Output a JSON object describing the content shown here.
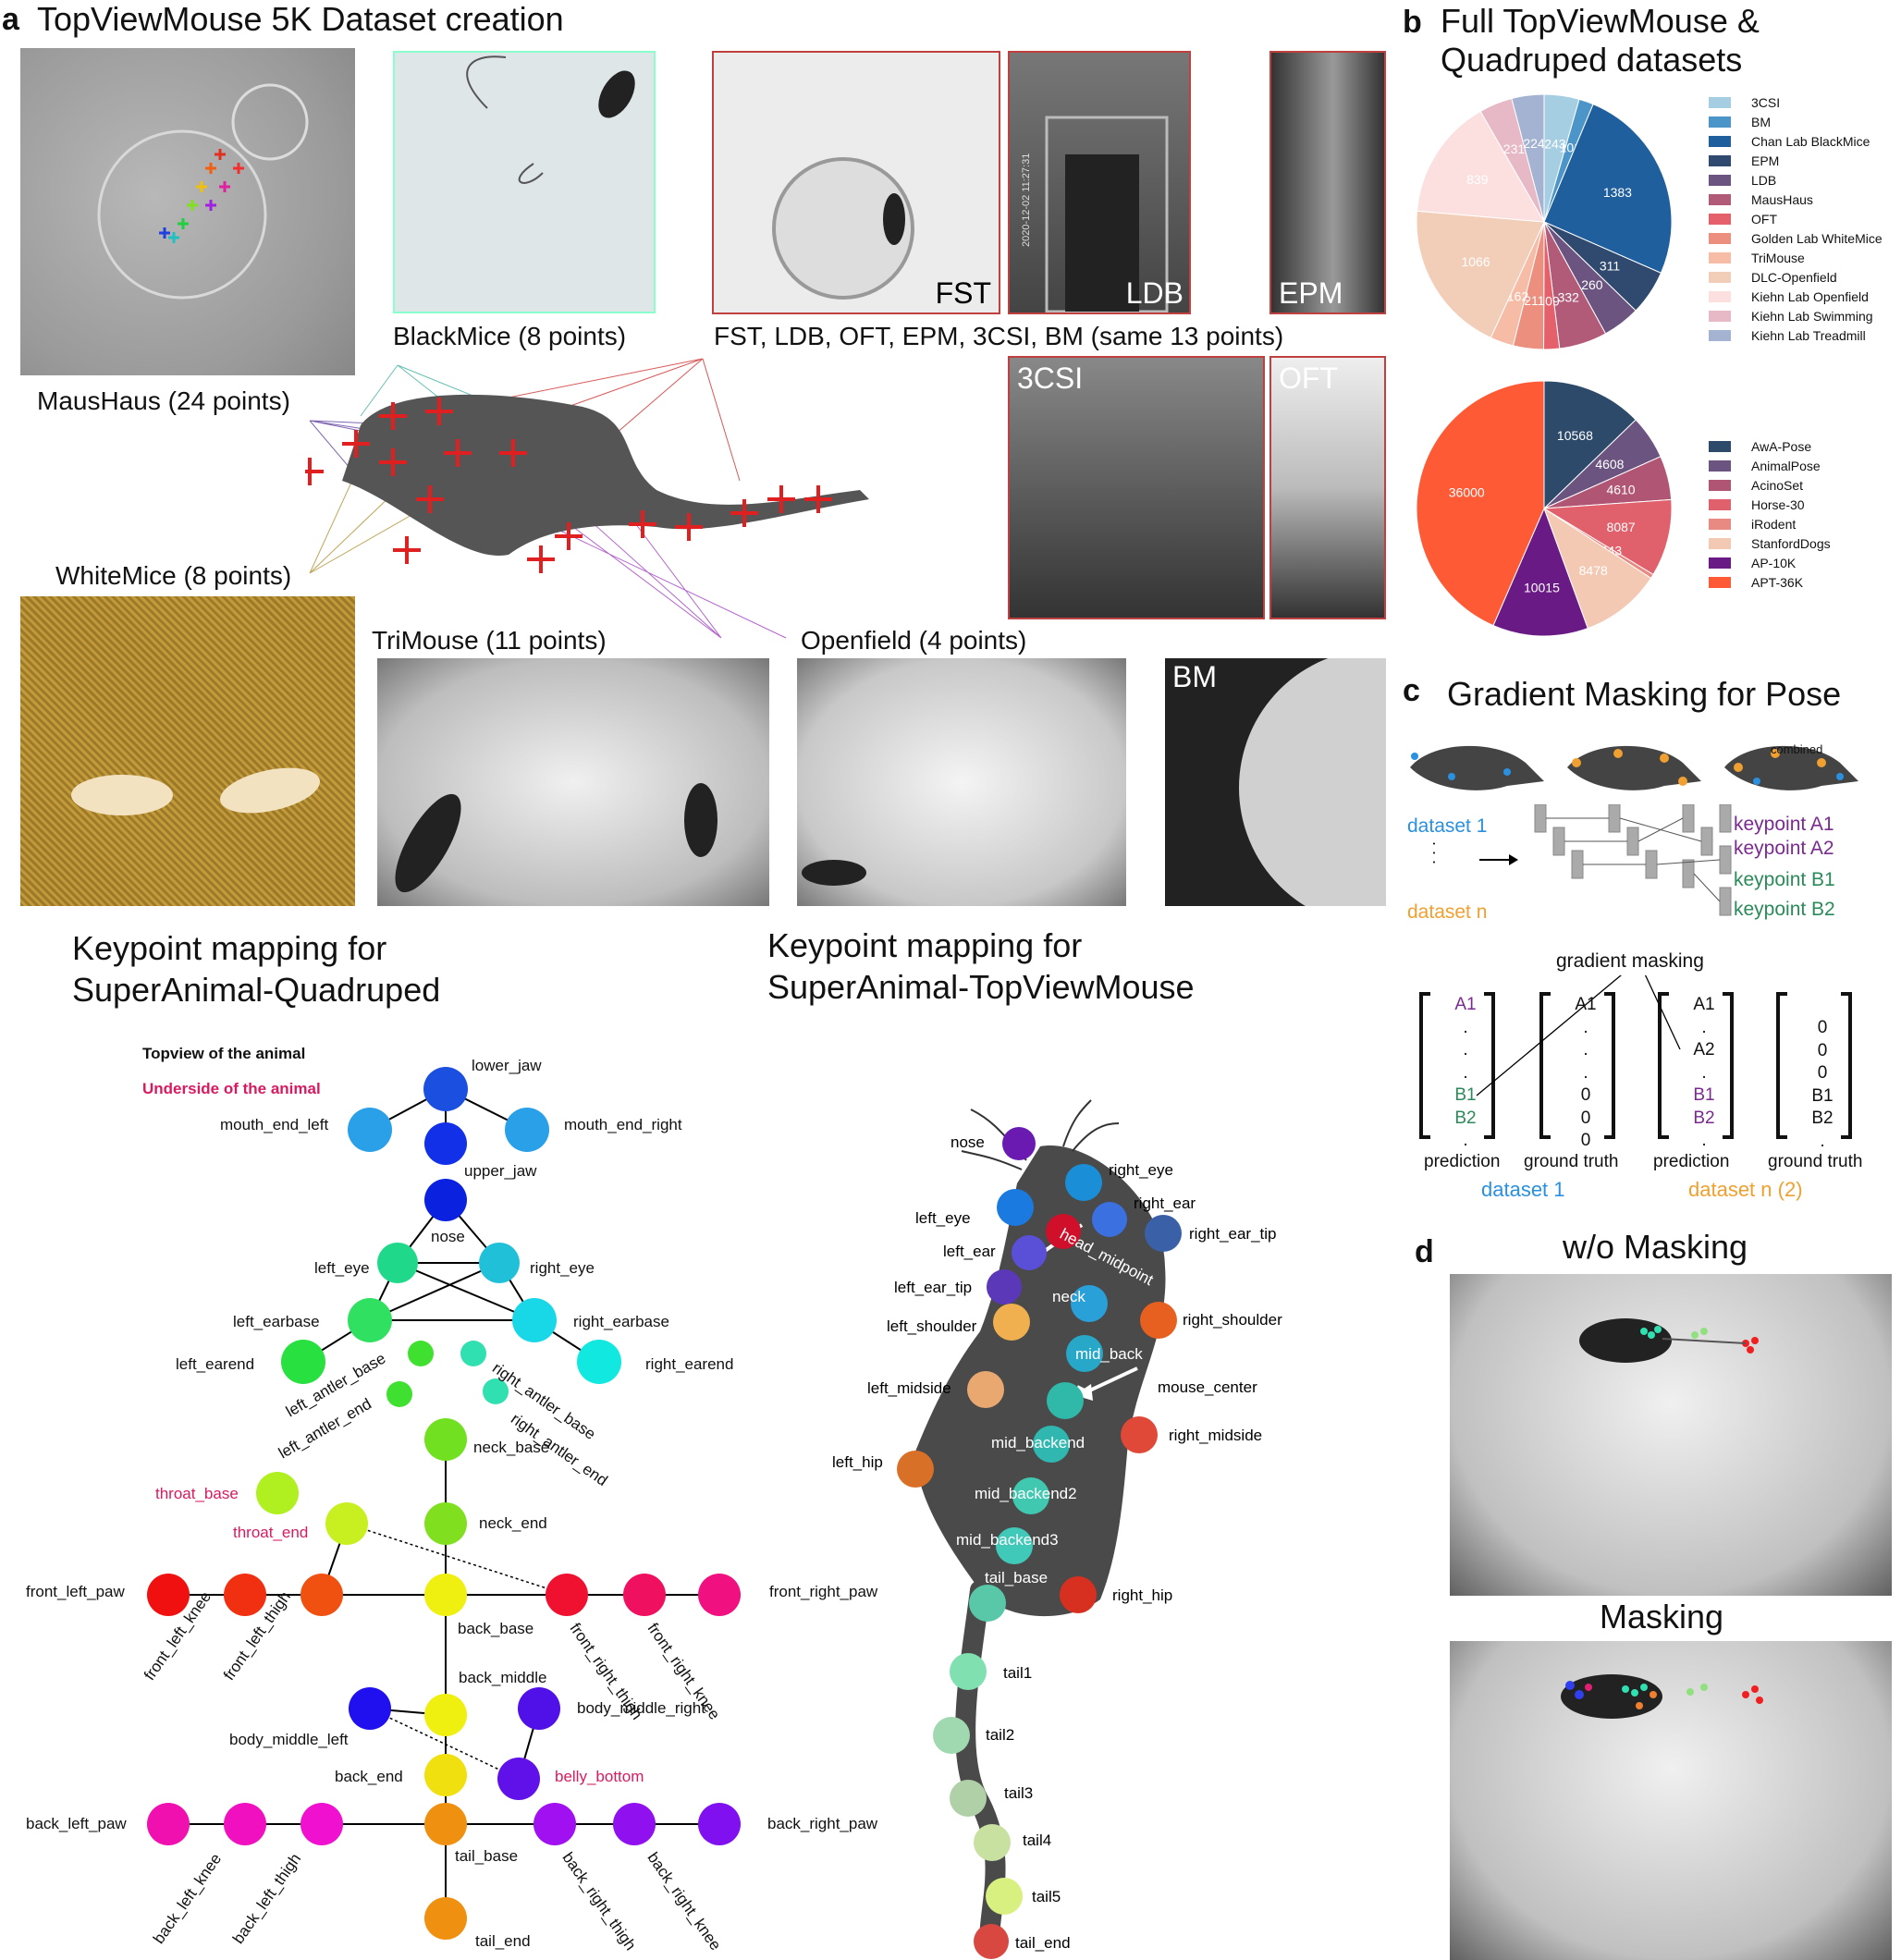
{
  "panel_a": {
    "label": "a",
    "title": "TopViewMouse 5K Dataset creation",
    "captions": {
      "maushaus": "MausHaus (24 points)",
      "blackmice": "BlackMice (8 points)",
      "whitemice": "WhiteMice (8 points)",
      "trimouse": "TriMouse (11 points)",
      "openfield": "Openfield (4 points)",
      "same13": "FST, LDB, OFT, EPM, 3CSI, BM (same 13 points)"
    },
    "photo_labels": {
      "fst": "FST",
      "ldb": "LDB",
      "epm": "EPM",
      "csi": "3CSI",
      "oft": "OFT",
      "bm": "BM"
    },
    "timestamp": "2020-12-02 11:27:31"
  },
  "panel_b": {
    "label": "b",
    "title_line1": "Full TopViewMouse &",
    "title_line2": "Quadruped datasets"
  },
  "chart_data": [
    {
      "type": "pie",
      "title": "",
      "series": [
        {
          "labels": [
            "3CSI",
            "BM",
            "Chan Lab BlackMice",
            "EPM",
            "LDB",
            "MausHaus",
            "OFT",
            "Golden Lab WhiteMice",
            "TriMouse",
            "DLC-Openfield",
            "Kiehn Lab Openfield",
            "Kiehn Lab Swimming",
            "Kiehn Lab Treadmill"
          ],
          "values": [
            243,
            101,
            1383,
            311,
            260,
            332,
            109,
            211,
            162,
            1066,
            839,
            231,
            224
          ],
          "colors": [
            "#a6cee3",
            "#4c95c9",
            "#1f5f9e",
            "#2f4a6e",
            "#6c5480",
            "#b25b79",
            "#e4606b",
            "#ec8f7f",
            "#f6bca5",
            "#f2cdb8",
            "#fbe0df",
            "#e7b8c6",
            "#a3b3d1"
          ]
        }
      ],
      "legend_position": "right"
    },
    {
      "type": "pie",
      "title": "",
      "series": [
        {
          "labels": [
            "AwA-Pose",
            "AnimalPose",
            "AcinoSet",
            "Horse-30",
            "iRodent",
            "StanfordDogs",
            "AP-10K",
            "APT-36K"
          ],
          "values": [
            10568,
            4608,
            4610,
            8087,
            443,
            8478,
            10015,
            36000
          ],
          "colors": [
            "#2e4a6b",
            "#6c5480",
            "#b05573",
            "#e0606b",
            "#e88a82",
            "#f3c9b3",
            "#6a1a85",
            "#ff5a36"
          ]
        }
      ],
      "legend_position": "right"
    }
  ],
  "panel_c": {
    "label": "c",
    "title": "Gradient Masking for Pose",
    "combined": "combined",
    "dataset1": "dataset 1",
    "datasetn": "dataset n",
    "dots": ". . .",
    "keypoints": [
      "keypoint A1",
      "keypoint A2",
      "keypoint B1",
      "keypoint B2"
    ],
    "gradient_masking": "gradient masking",
    "vec1": [
      "A1",
      ".",
      ".",
      ".",
      "B1",
      "B2",
      "."
    ],
    "vec2": [
      "A1",
      ".",
      ".",
      ".",
      "0",
      "0",
      "0"
    ],
    "vec3": [
      "A1",
      ".",
      "A2",
      ".",
      "B1",
      "B2",
      "."
    ],
    "vec4": [
      "0",
      "0",
      "0",
      "B1",
      "B2",
      "."
    ],
    "prediction": "prediction",
    "ground_truth": "ground truth",
    "dataset1_bottom": "dataset 1",
    "datasetn2": "dataset n (2)"
  },
  "panel_d": {
    "label": "d",
    "title1": "w/o Masking",
    "title2": "Masking"
  },
  "quadruped": {
    "title_line1": "Keypoint mapping for",
    "title_line2": "SuperAnimal-Quadruped",
    "legend_topview": "Topview of the animal",
    "legend_underside": "Underside of the animal",
    "points": [
      {
        "name": "lower_jaw",
        "color": "#1a4fe0"
      },
      {
        "name": "mouth_end_left",
        "color": "#2aa0e8"
      },
      {
        "name": "mouth_end_right",
        "color": "#2aa0e8"
      },
      {
        "name": "upper_jaw",
        "color": "#1230e8"
      },
      {
        "name": "nose",
        "color": "#0a22e0"
      },
      {
        "name": "left_eye",
        "color": "#20d88a"
      },
      {
        "name": "right_eye",
        "color": "#20c0d8"
      },
      {
        "name": "left_earbase",
        "color": "#30e060"
      },
      {
        "name": "right_earbase",
        "color": "#18d8e8"
      },
      {
        "name": "left_earend",
        "color": "#28e040"
      },
      {
        "name": "right_earend",
        "color": "#10e8e0"
      },
      {
        "name": "left_antler_base",
        "color": "#40e030"
      },
      {
        "name": "left_antler_end",
        "color": "#40e030"
      },
      {
        "name": "right_antler_base",
        "color": "#30e0b0"
      },
      {
        "name": "right_antler_end",
        "color": "#30e0b0"
      },
      {
        "name": "neck_base",
        "color": "#70e020"
      },
      {
        "name": "neck_end",
        "color": "#80e020"
      },
      {
        "name": "throat_base",
        "color": "#b0f020"
      },
      {
        "name": "throat_end",
        "color": "#c8f020"
      },
      {
        "name": "front_left_paw",
        "color": "#f01010"
      },
      {
        "name": "front_left_knee",
        "color": "#f03010"
      },
      {
        "name": "front_left_thigh",
        "color": "#f05010"
      },
      {
        "name": "back_base",
        "color": "#f0f010"
      },
      {
        "name": "front_right_thigh",
        "color": "#f01030"
      },
      {
        "name": "front_right_knee",
        "color": "#f01060"
      },
      {
        "name": "front_right_paw",
        "color": "#f01080"
      },
      {
        "name": "back_middle",
        "color": "#f0f010"
      },
      {
        "name": "body_middle_left",
        "color": "#2010f0"
      },
      {
        "name": "body_middle_right",
        "color": "#5010e8"
      },
      {
        "name": "back_end",
        "color": "#f0e010"
      },
      {
        "name": "belly_bottom",
        "color": "#6010e8"
      },
      {
        "name": "back_left_paw",
        "color": "#f010b0"
      },
      {
        "name": "back_left_knee",
        "color": "#f010c0"
      },
      {
        "name": "back_left_thigh",
        "color": "#f010d0"
      },
      {
        "name": "tail_base",
        "color": "#f09010"
      },
      {
        "name": "back_right_thigh",
        "color": "#a010f0"
      },
      {
        "name": "back_right_knee",
        "color": "#9010f0"
      },
      {
        "name": "back_right_paw",
        "color": "#8010f0"
      },
      {
        "name": "tail_end",
        "color": "#f09010"
      }
    ]
  },
  "topview": {
    "title_line1": "Keypoint mapping for",
    "title_line2": "SuperAnimal-TopViewMouse",
    "points": [
      {
        "name": "nose",
        "color": "#6a1ab0"
      },
      {
        "name": "right_eye",
        "color": "#1a8fd8"
      },
      {
        "name": "right_ear",
        "color": "#3a70e0"
      },
      {
        "name": "right_ear_tip",
        "color": "#3a60a8"
      },
      {
        "name": "left_eye",
        "color": "#1a7ae0"
      },
      {
        "name": "head_midpoint",
        "color": "#d0102a"
      },
      {
        "name": "left_ear",
        "color": "#5a50d8"
      },
      {
        "name": "left_ear_tip",
        "color": "#5a38b8"
      },
      {
        "name": "neck",
        "color": "#2aa0d8"
      },
      {
        "name": "left_shoulder",
        "color": "#f0b050"
      },
      {
        "name": "right_shoulder",
        "color": "#e86020"
      },
      {
        "name": "mid_back",
        "color": "#28a8c8"
      },
      {
        "name": "left_midside",
        "color": "#e8a870"
      },
      {
        "name": "mouse_center",
        "color": "#30b8a8"
      },
      {
        "name": "right_midside",
        "color": "#e04838"
      },
      {
        "name": "mid_backend",
        "color": "#30b8b0"
      },
      {
        "name": "left_hip",
        "color": "#d87028"
      },
      {
        "name": "mid_backend2",
        "color": "#40c8b0"
      },
      {
        "name": "mid_backend3",
        "color": "#40c8b8"
      },
      {
        "name": "tail_base",
        "color": "#58c8a8"
      },
      {
        "name": "right_hip",
        "color": "#d83020"
      },
      {
        "name": "tail1",
        "color": "#80e0b0"
      },
      {
        "name": "tail2",
        "color": "#a0d8b0"
      },
      {
        "name": "tail3",
        "color": "#b0d0a8"
      },
      {
        "name": "tail4",
        "color": "#c8e0a0"
      },
      {
        "name": "tail5",
        "color": "#d8f080"
      },
      {
        "name": "tail_end",
        "color": "#d84840"
      }
    ]
  }
}
